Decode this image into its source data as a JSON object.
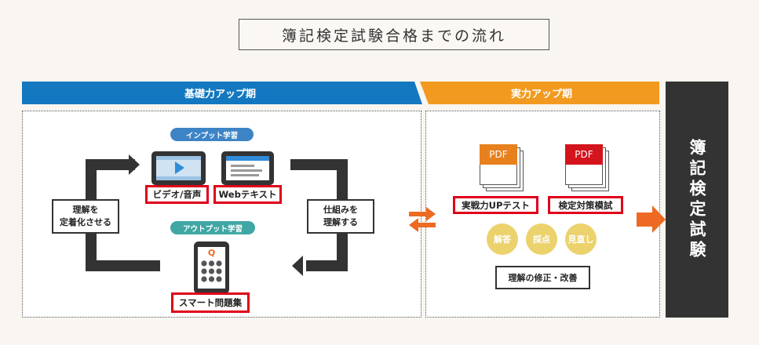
{
  "title": "簿記検定試験合格までの流れ",
  "phases": {
    "basic": "基礎力アップ期",
    "practical": "実力アップ期"
  },
  "input": {
    "heading": "インプット学習",
    "video_label": "ビデオ/音声",
    "web_label": "Webテキスト"
  },
  "output": {
    "heading": "アウトプット学習",
    "app_label": "スマート問題集",
    "q_mark": "Q"
  },
  "cycle": {
    "left": [
      "理解を",
      "定着化させる"
    ],
    "right": [
      "仕組みを",
      "理解する"
    ]
  },
  "practical": {
    "test1_icon": "PDF",
    "test1_label": "実戦力UPテスト",
    "test2_icon": "PDF",
    "test2_label": "検定対策模試",
    "steps": [
      "解答",
      "採点",
      "見直し"
    ],
    "review_label": "理解の修正・改善"
  },
  "exam_label": "簿記検定試験",
  "colors": {
    "basic_blue": "#1378c0",
    "practical_orange": "#f29a1f",
    "red_border": "#e0001a",
    "circle_yellow": "#ecd26c",
    "dark": "#333333",
    "arrow_orange": "#ee6a22",
    "pill_blue": "#3d84c6",
    "pill_teal": "#40a7a4"
  },
  "icons": [
    "video-player-icon",
    "web-text-tablet-icon",
    "smartphone-app-icon",
    "pdf-document-icon",
    "orange-exchange-arrows-icon",
    "orange-right-arrow-icon"
  ]
}
